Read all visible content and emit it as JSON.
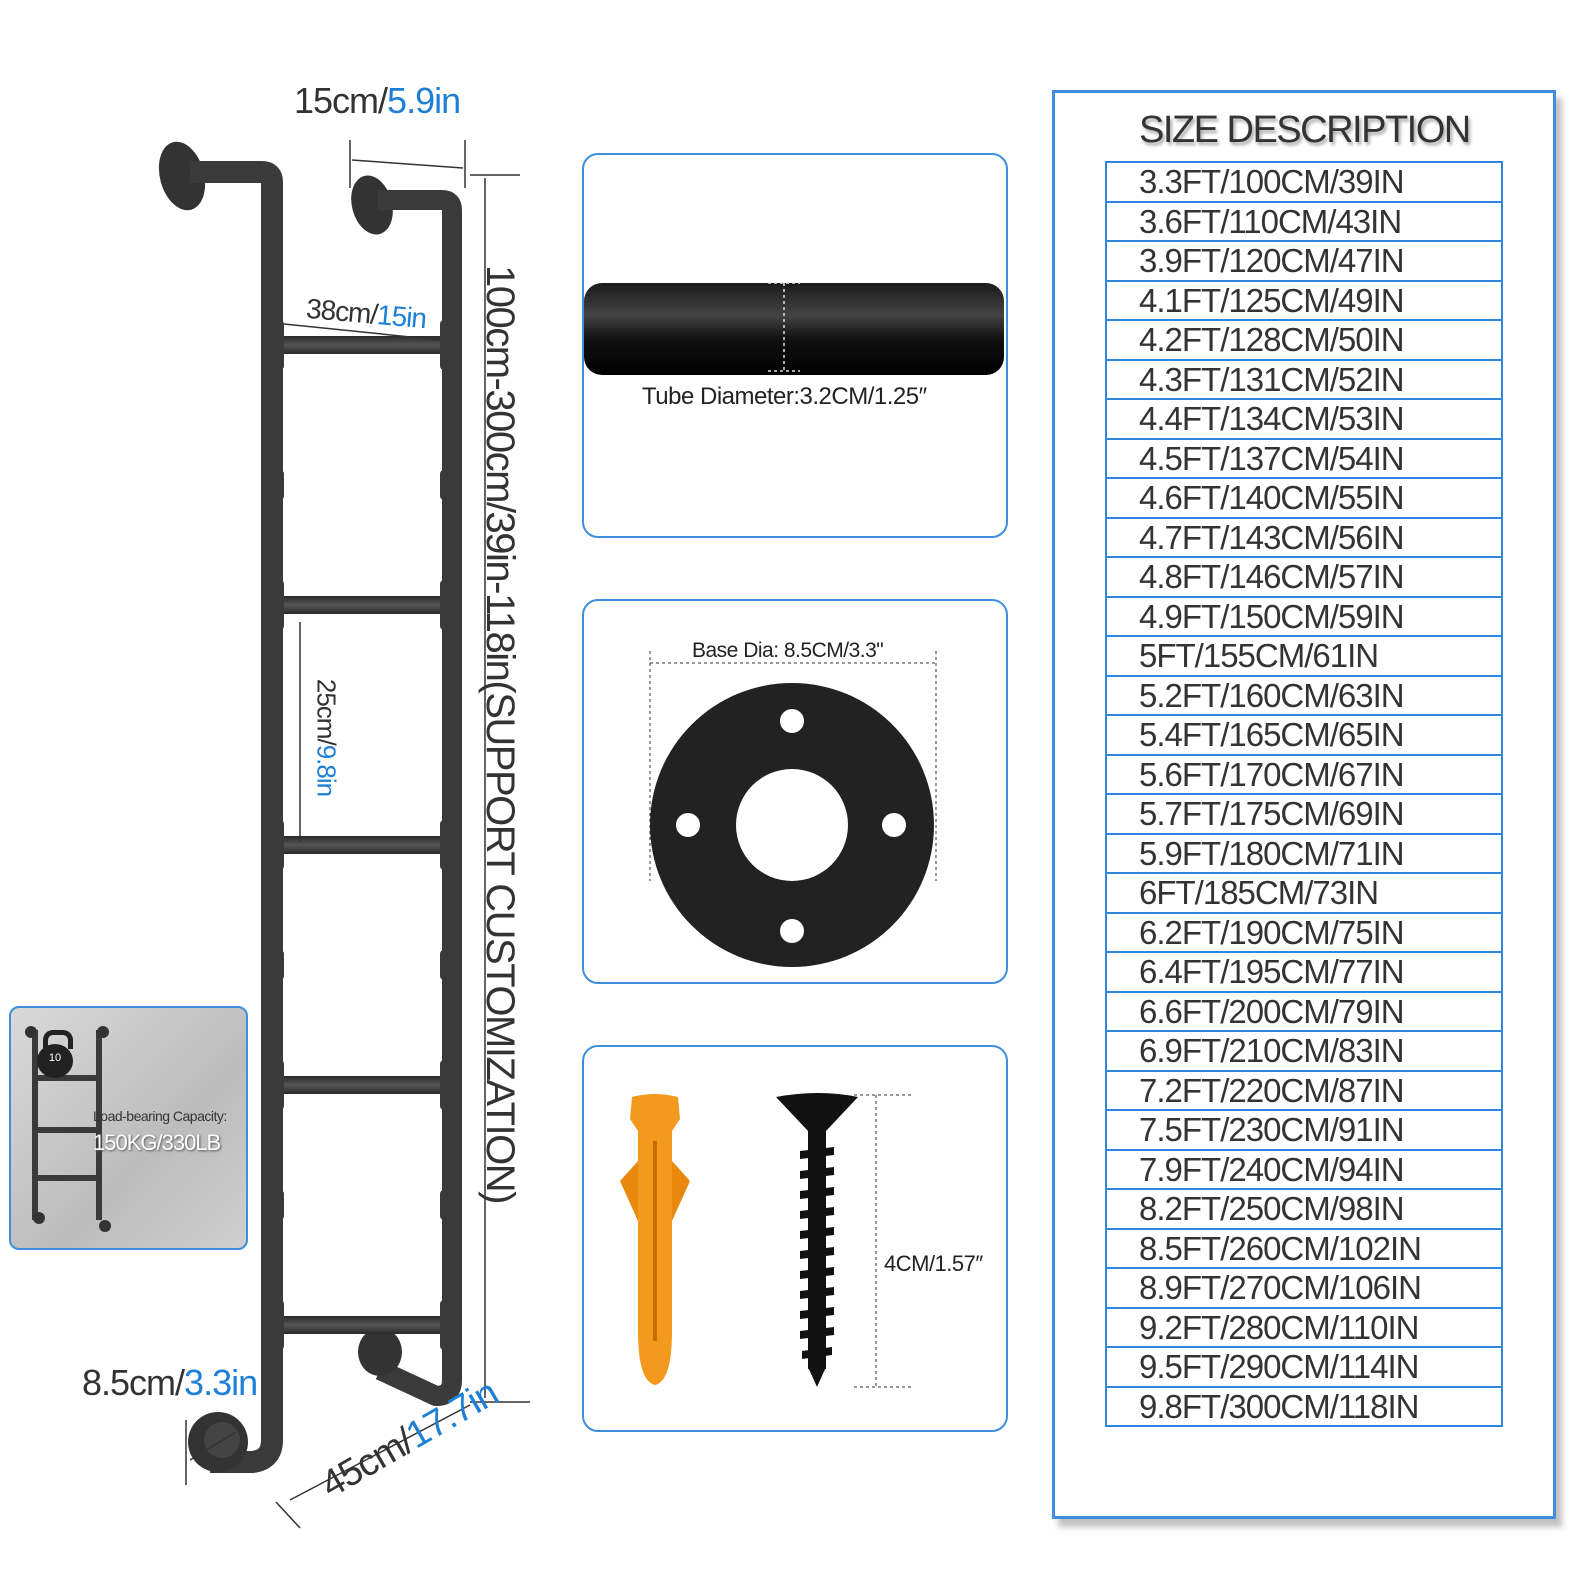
{
  "dimensions": {
    "top_width": {
      "cm": "15cm/",
      "in": "5.9in"
    },
    "rung_width": {
      "cm": "38cm/",
      "in": "15in"
    },
    "rung_spacing": {
      "cm": "25cm/",
      "in": "9.8in"
    },
    "height": "100cm-300cm/39in-118in(SUPPORT CUSTOMIZATION)",
    "standoff": {
      "cm": "8.5cm/",
      "in": "3.3in"
    },
    "depth": {
      "cm": "45cm/",
      "in": "17.7in"
    }
  },
  "load_card": {
    "label": "Load-bearing Capacity:",
    "value": "150KG/330LB",
    "weight_mark": "10"
  },
  "panels": {
    "tube": {
      "caption": "Tube Diameter:3.2CM/1.25″"
    },
    "base": {
      "caption": "Base Dia: 8.5CM/3.3\""
    },
    "screw": {
      "caption": "4CM/1.57″"
    }
  },
  "size_description": {
    "title": "SIZE DESCRIPTION",
    "sizes": [
      "3.3FT/100CM/39IN",
      "3.6FT/110CM/43IN",
      "3.9FT/120CM/47IN",
      "4.1FT/125CM/49IN",
      "4.2FT/128CM/50IN",
      "4.3FT/131CM/52IN",
      "4.4FT/134CM/53IN",
      "4.5FT/137CM/54IN",
      "4.6FT/140CM/55IN",
      "4.7FT/143CM/56IN",
      "4.8FT/146CM/57IN",
      "4.9FT/150CM/59IN",
      "5FT/155CM/61IN",
      "5.2FT/160CM/63IN",
      "5.4FT/165CM/65IN",
      "5.6FT/170CM/67IN",
      "5.7FT/175CM/69IN",
      "5.9FT/180CM/71IN",
      "6FT/185CM/73IN",
      "6.2FT/190CM/75IN",
      "6.4FT/195CM/77IN",
      "6.6FT/200CM/79IN",
      "6.9FT/210CM/83IN",
      "7.2FT/220CM/87IN",
      "7.5FT/230CM/91IN",
      "7.9FT/240CM/94IN",
      "8.2FT/250CM/98IN",
      "8.5FT/260CM/102IN",
      "8.9FT/270CM/106IN",
      "9.2FT/280CM/110IN",
      "9.5FT/290CM/114IN",
      "9.8FT/300CM/118IN"
    ]
  },
  "colors": {
    "accent_blue": "#1e7fd6",
    "pipe": "#3a3a3a",
    "anchor_orange": "#f39a1e"
  }
}
